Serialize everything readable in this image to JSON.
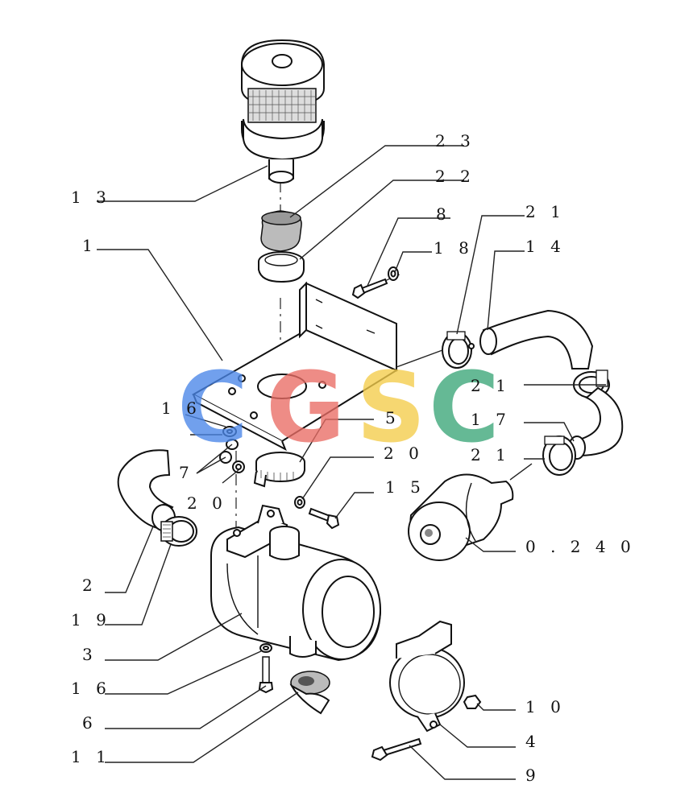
{
  "watermark": {
    "letters": [
      "C",
      "G",
      "S",
      "C"
    ],
    "colors": [
      "#4a86e8",
      "#ea6d65",
      "#f4cc4a",
      "#3aa678"
    ]
  },
  "labels": {
    "p1": "1",
    "p2": "2",
    "p3": "3",
    "p4": "4",
    "p5": "5",
    "p6": "6",
    "p7": "7",
    "p8": "8",
    "p9": "9",
    "p10": "1 0",
    "p11": "1 1",
    "p13": "1 3",
    "p14": "1 4",
    "p15": "1 5",
    "p16a": "1 6",
    "p16b": "1 6",
    "p17": "1 7",
    "p18": "1 8",
    "p19": "1 9",
    "p20a": "2 0",
    "p20b": "2 0",
    "p21a": "2 1",
    "p21b": "2 1",
    "p21c": "2 1",
    "p22": "2 2",
    "p23": "2 3",
    "p0240": "0 . 2 4 0"
  }
}
